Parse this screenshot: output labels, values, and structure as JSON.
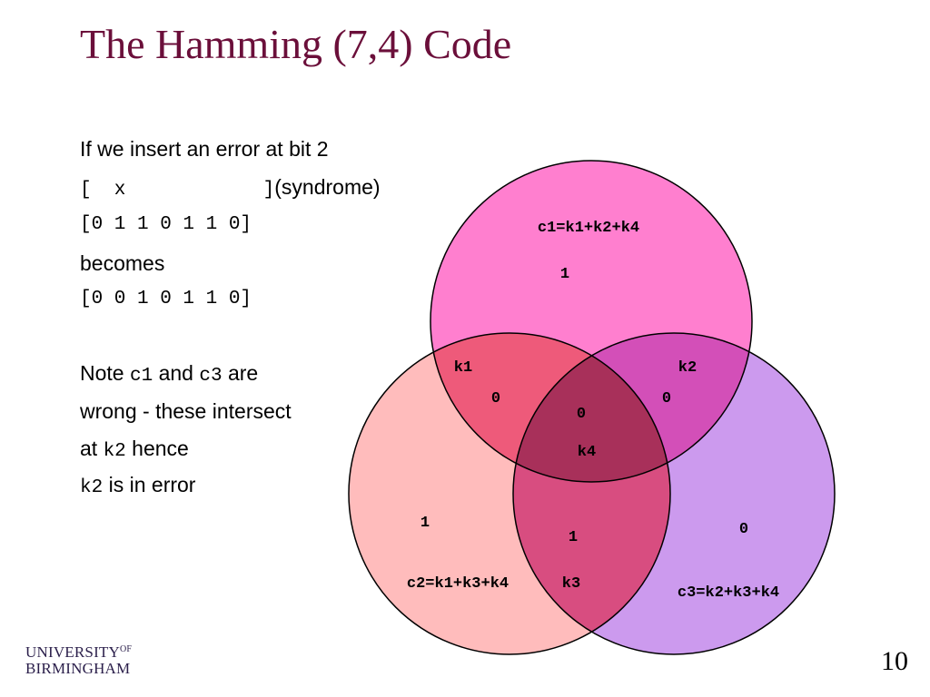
{
  "slide": {
    "title": "The Hamming (7,4) Code",
    "page_number": "10"
  },
  "text": {
    "line1": "If we insert an error at bit 2",
    "line2_code": "[  x            ]",
    "line2_label": "(syndrome)",
    "line3_code": "[0 1 1 0 1 1 0]",
    "line4": "becomes",
    "line5_code": "[0 0 1 0 1 1 0]",
    "note_a": "Note ",
    "note_c1": "c1",
    "note_and": " and ",
    "note_c3": "c3",
    "note_are": " are",
    "line_wrong": "wrong - these intersect",
    "line_at": "at ",
    "line_k2": "k2",
    "line_hence": " hence",
    "line_k2b": "k2",
    "line_error": " is in error"
  },
  "venn": {
    "colors": {
      "c1": "#ff7fcf",
      "c2": "#ffbcbc",
      "c3": "#cc9aee",
      "c1c2": "#ee5a7a",
      "c1c3": "#d34fb8",
      "c2c3": "#d84d80",
      "all": "#a8305a"
    },
    "labels": {
      "c1_formula": "c1=k1+k2+k4",
      "c2_formula": "c2=k1+k3+k4",
      "c3_formula": "c3=k2+k3+k4",
      "c1_value": "1",
      "c2_value": "1",
      "c3_value": "0",
      "k1": "k1",
      "k1_value": "0",
      "k2": "k2",
      "k2_value": "0",
      "k3": "k3",
      "k3_value": "1",
      "k4": "k4",
      "k4_value": "0"
    }
  },
  "logo": {
    "line1": "UNIVERSITY",
    "of": "OF",
    "line2": "BIRMINGHAM"
  }
}
